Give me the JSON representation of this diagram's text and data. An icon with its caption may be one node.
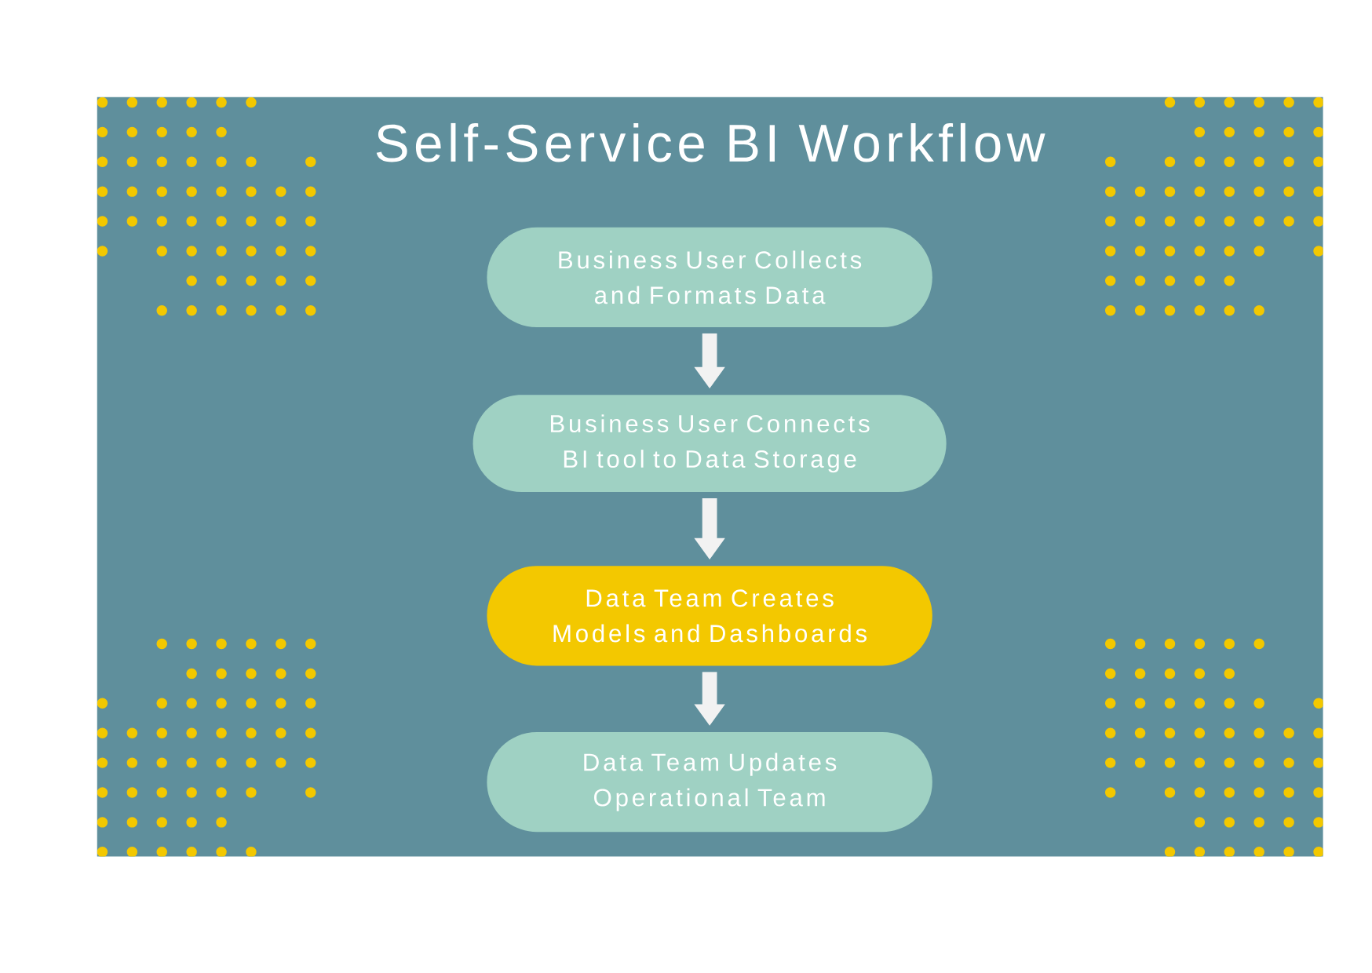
{
  "diagram": {
    "title": "Self-Service BI Workflow",
    "nodes": [
      {
        "text": [
          "Business User Collects and Formats Data"
        ]
      },
      {
        "text": [
          "Business User Connects BI tool to Data Storage"
        ]
      },
      {
        "text": [
          "Data Team Creates Models and Dashboards"
        ]
      },
      {
        "text": [
          "Data Team Updates Operational Team"
        ]
      }
    ],
    "edges": [
      {
        "from": 0,
        "to": 1,
        "arrow": "to"
      },
      {
        "from": 1,
        "to": 2,
        "arrow": "to"
      },
      {
        "from": 2,
        "to": 3,
        "arrow": "to"
      }
    ]
  }
}
